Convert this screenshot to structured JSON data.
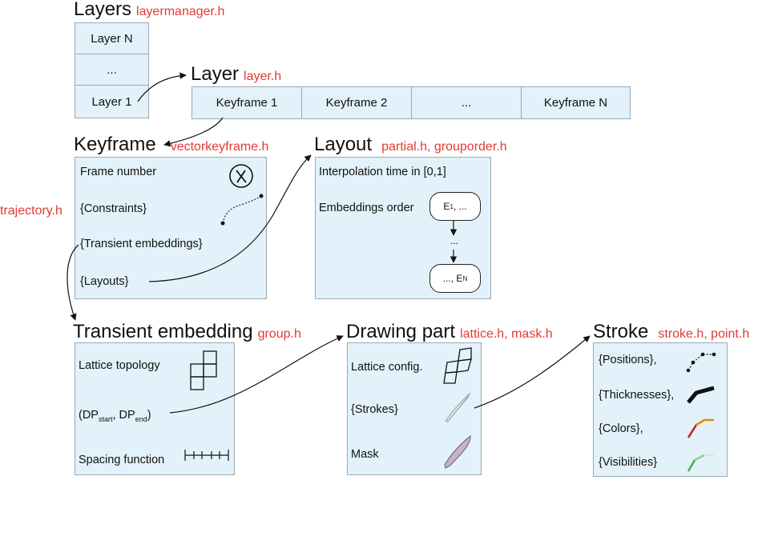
{
  "layers": {
    "title": "Layers",
    "header_file": "layermanager.h",
    "items": [
      "Layer N",
      "...",
      "Layer 1"
    ]
  },
  "layer": {
    "title": "Layer",
    "header_file": "layer.h",
    "keyframes": [
      "Keyframe 1",
      "Keyframe 2",
      "...",
      "Keyframe N"
    ]
  },
  "keyframe": {
    "title": "Keyframe",
    "header_file": "vectorkeyframe.h",
    "fields": [
      "Frame number",
      "{Constraints}",
      "{Transient embeddings}",
      "{Layouts}"
    ]
  },
  "trajectory_label": "trajectory.h",
  "layout": {
    "title": "Layout",
    "header_file": "partial.h, grouporder.h",
    "fields": [
      "Interpolation time in [0,1]",
      "Embeddings order"
    ],
    "order_first": "E",
    "order_first_sub": "1",
    "order_first_suffix": ", ...",
    "order_dots": "...",
    "order_last_prefix": "..., E",
    "order_last_sub": "N"
  },
  "transient_embedding": {
    "title": "Transient embedding",
    "header_file": "group.h",
    "fields": {
      "lattice": "Lattice topology",
      "dp_open": "(DP",
      "dp_start_sub": "start",
      "dp_mid": ", DP",
      "dp_end_sub": "end",
      "dp_close": ")",
      "spacing": "Spacing function"
    }
  },
  "drawing_part": {
    "title": "Drawing part",
    "header_file": "lattice.h, mask.h",
    "fields": [
      "Lattice config.",
      "{Strokes}",
      "Mask"
    ]
  },
  "stroke": {
    "title": "Stroke",
    "header_file": "stroke.h, point.h",
    "fields": [
      "{Positions},",
      "{Thicknesses},",
      "{Colors},",
      "{Visibilities}"
    ]
  },
  "colors": {
    "panel_fill": "#e3f2fa",
    "panel_border": "#9aa9b3",
    "header_red": "#e53935"
  }
}
